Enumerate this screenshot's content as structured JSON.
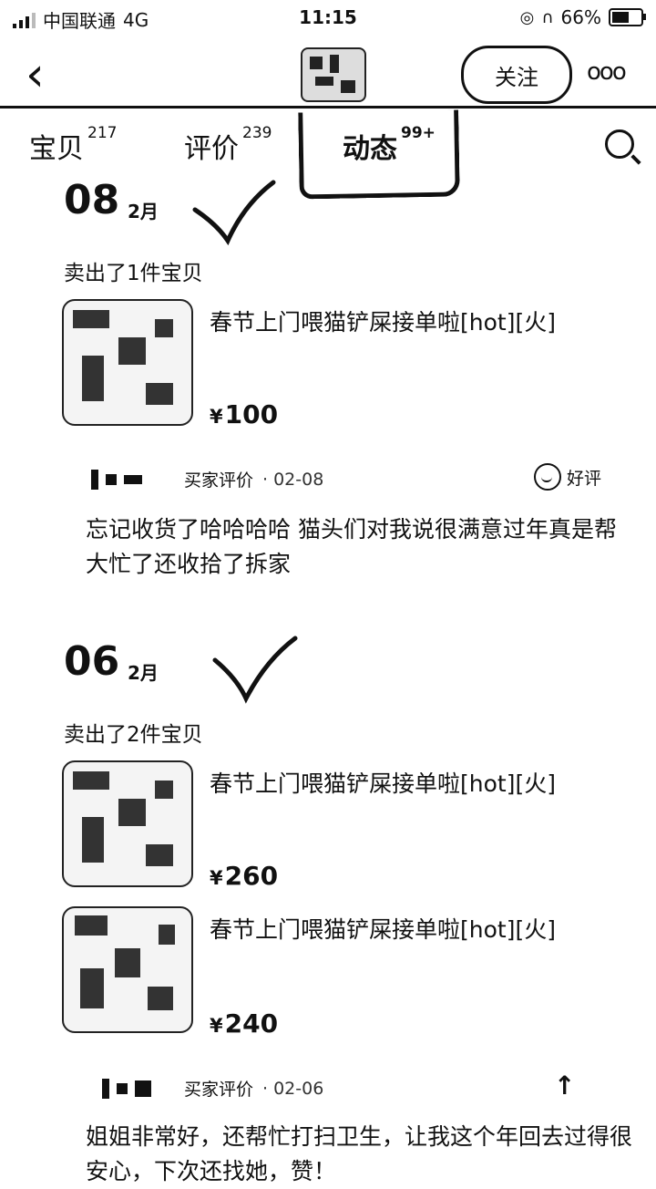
{
  "status_bar": {
    "carrier": "中国联通",
    "network": "4G",
    "time": "11:15",
    "battery": "66%",
    "battery_level": 0.66
  },
  "header": {
    "follow_label": "关注",
    "more_label": "ooo"
  },
  "tabs": [
    {
      "label": "宝贝",
      "count": "217"
    },
    {
      "label": "评价",
      "count": "239"
    },
    {
      "label": "动态",
      "count": "99+",
      "active": true
    }
  ],
  "feed": [
    {
      "day": "08",
      "month": "2月",
      "sold": "卖出了1件宝贝",
      "items": [
        {
          "title": "春节上门喂猫铲屎接单啦[hot][火]",
          "price": "100"
        }
      ],
      "review": {
        "label": "买家评价",
        "date": "· 02-08",
        "rating": "好评",
        "text": "忘记收货了哈哈哈哈 猫头们对我说很满意过年真是帮大忙了还收拾了拆家"
      }
    },
    {
      "day": "06",
      "month": "2月",
      "sold": "卖出了2件宝贝",
      "items": [
        {
          "title": "春节上门喂猫铲屎接单啦[hot][火]",
          "price": "260"
        },
        {
          "title": "春节上门喂猫铲屎接单啦[hot][火]",
          "price": "240"
        }
      ],
      "review": {
        "label": "买家评价",
        "date": "· 02-06",
        "rating": "",
        "text": "姐姐非常好，还帮忙打扫卫生，让我这个年回去过得很安心，下次还找她，赞！"
      }
    }
  ],
  "currency": "¥"
}
